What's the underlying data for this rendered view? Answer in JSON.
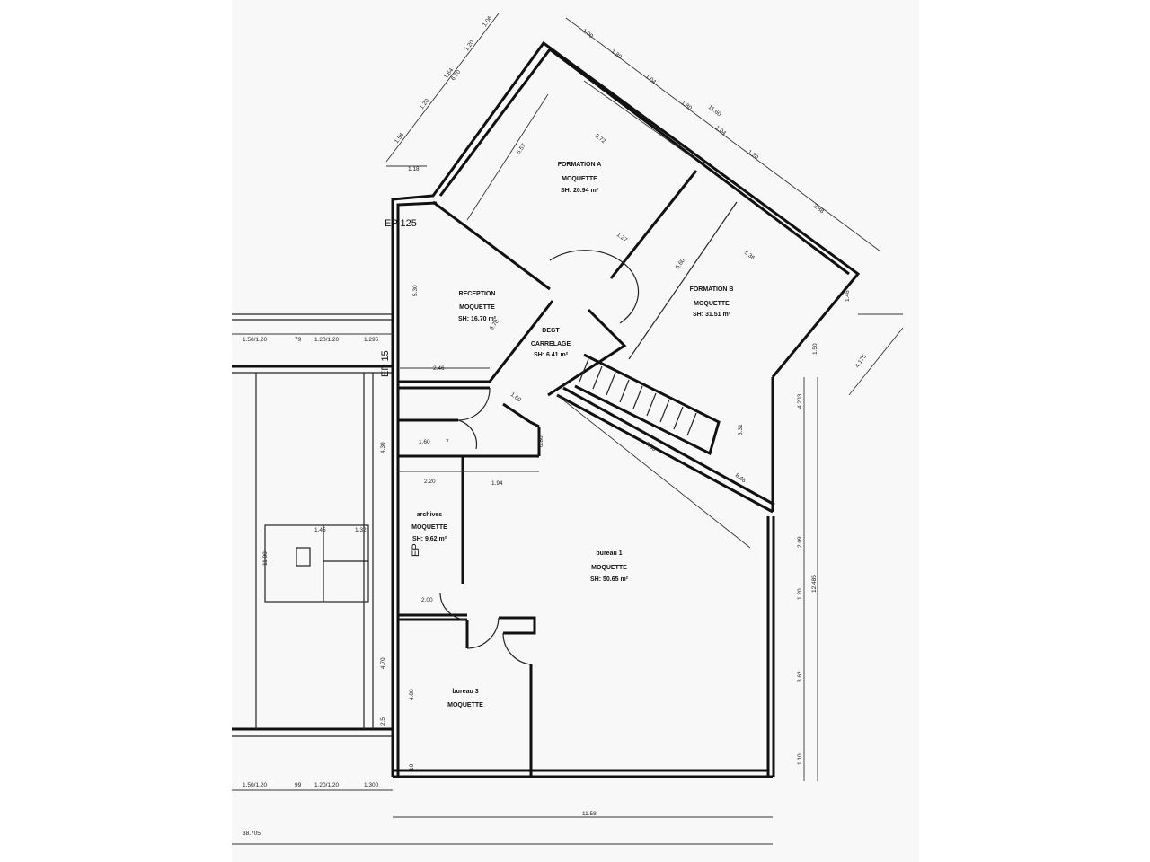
{
  "rooms": [
    {
      "name": "FORMATION A",
      "floor": "MOQUETTE",
      "area": "SH: 20.94 m²"
    },
    {
      "name": "FORMATION B",
      "floor": "MOQUETTE",
      "area": "SH: 31.51 m²"
    },
    {
      "name": "RECEPTION",
      "floor": "MOQUETTE",
      "area": "SH: 16.70 m²"
    },
    {
      "name": "DEGT",
      "floor": "CARRELAGE",
      "area": "SH: 6.41 m²"
    },
    {
      "name": "archives",
      "floor": "MOQUETTE",
      "area": "SH: 9.62 m²"
    },
    {
      "name": "bureau 1",
      "floor": "MOQUETTE",
      "area": "SH: 50.65 m²"
    },
    {
      "name": "bureau 3",
      "floor": "MOQUETTE",
      "area": ""
    }
  ],
  "markers": {
    "ep_top": "EP 125",
    "ep_mid": "EP 15",
    "ep_low": "EP"
  },
  "dimensions": {
    "top_left_chain": [
      "1.56",
      "1.20",
      "1.64",
      "1.20",
      "1.06",
      "6.10"
    ],
    "top_right_chain": [
      "1.00",
      "1.80",
      "1.04",
      "1.80",
      "1.04",
      "1.20",
      "11.60",
      "3.88"
    ],
    "left_offset": "1.18",
    "formation_a": [
      "5.57",
      "5.72",
      "1.27"
    ],
    "formation_b": [
      "5.60",
      "5.36",
      "1.46"
    ],
    "reception": [
      "5.30",
      "2.46",
      "3.70"
    ],
    "degt": [
      "1.60",
      "0.80"
    ],
    "sanitary": [
      "1.60",
      "7",
      "2.20",
      "1.94"
    ],
    "archives": [
      "2.00"
    ],
    "bureau_3": [
      "4.80",
      "10"
    ],
    "diagonal": [
      "7.53",
      "8.46",
      "3.31",
      "1.50"
    ],
    "right_chain": [
      "4.203",
      "2.09",
      "1.20",
      "3.62",
      "1.10",
      "12.485",
      "4.175"
    ],
    "left_building_top": [
      "1.50/1.20",
      "79",
      "1.20/1.20",
      "1.295"
    ],
    "left_building_bottom": [
      "1.50/1.20",
      "99",
      "1.20/1.20",
      "1.300"
    ],
    "left_building_vertical": [
      "4.30",
      "11.00",
      "4.70",
      "1.45",
      "1.32",
      "2.5"
    ],
    "bottom_total": [
      "11.58",
      "38.705"
    ]
  }
}
